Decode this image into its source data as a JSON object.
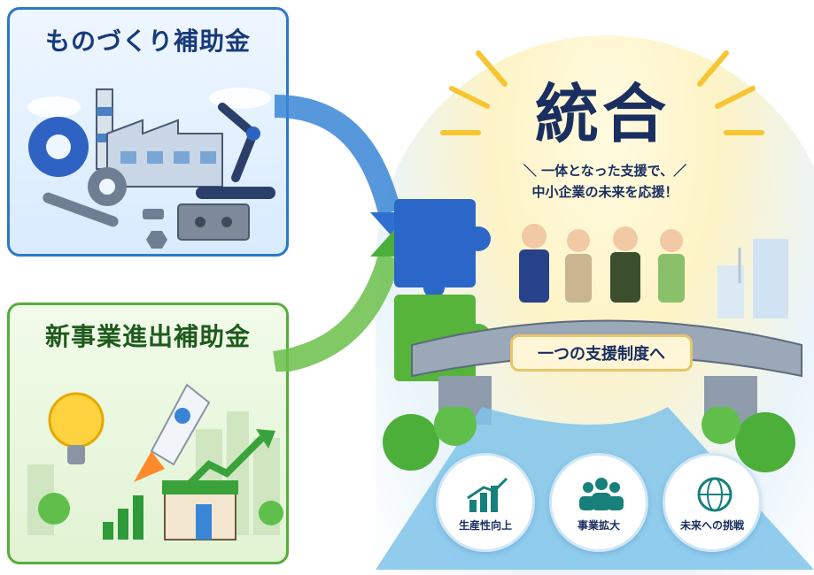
{
  "left": {
    "top_card": {
      "title": "ものづくり補助金"
    },
    "bottom_card": {
      "title": "新事業進出補助金"
    }
  },
  "right": {
    "headline": "統合",
    "subtitle_line1": "＼ 一体となった支援で、／",
    "subtitle_line2": "中小企業の未来を応援！",
    "banner": "一つの支援制度へ",
    "badges": [
      {
        "label": "生産性向上",
        "icon": "bar-chart-icon"
      },
      {
        "label": "事業拡大",
        "icon": "people-icon"
      },
      {
        "label": "未来への挑戦",
        "icon": "globe-icon"
      }
    ]
  },
  "colors": {
    "blue_accent": "#2c78c9",
    "green_accent": "#57ad3d",
    "navy_text": "#1a2f60",
    "teal_icon": "#17807a"
  }
}
